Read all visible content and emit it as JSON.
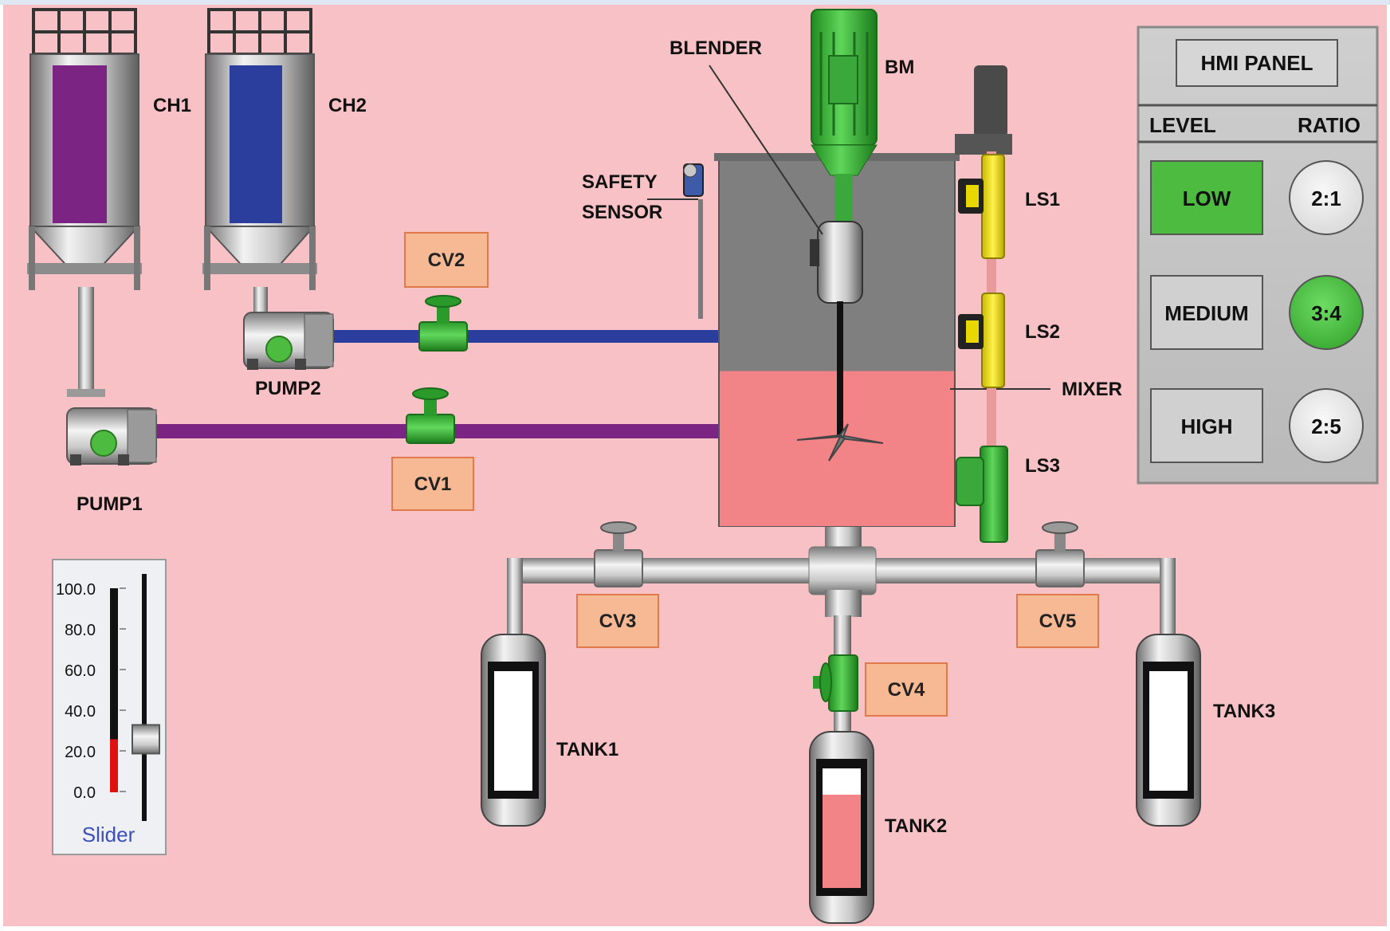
{
  "colors": {
    "background": "#f7c1c5",
    "ch1_fill": "#7b2483",
    "ch2_fill": "#2b3e9e",
    "active_green": "#4cbb3f",
    "cv_box": "#f7b894",
    "mix_liquid": "#f28387",
    "sensor_yellow": "#f2e629",
    "slider_fill": "#e01010"
  },
  "labels": {
    "ch1": "CH1",
    "ch2": "CH2",
    "pump1": "PUMP1",
    "pump2": "PUMP2",
    "cv1": "CV1",
    "cv2": "CV2",
    "cv3": "CV3",
    "cv4": "CV4",
    "cv5": "CV5",
    "blender": "BLENDER",
    "bm": "BM",
    "safety": "SAFETY",
    "sensor": "SENSOR",
    "ls1": "LS1",
    "ls2": "LS2",
    "ls3": "LS3",
    "mixer": "MIXER",
    "tank1": "TANK1",
    "tank2": "TANK2",
    "tank3": "TANK3"
  },
  "hmi_panel": {
    "title": "HMI PANEL",
    "col_level": "LEVEL",
    "col_ratio": "RATIO",
    "levels": [
      {
        "label": "LOW",
        "active": true
      },
      {
        "label": "MEDIUM",
        "active": false
      },
      {
        "label": "HIGH",
        "active": false
      }
    ],
    "ratios": [
      {
        "label": "2:1",
        "active": false
      },
      {
        "label": "3:4",
        "active": true
      },
      {
        "label": "2:5",
        "active": false
      }
    ]
  },
  "slider": {
    "label": "Slider",
    "ticks": [
      "100.0",
      "80.0",
      "60.0",
      "40.0",
      "20.0",
      "0.0"
    ],
    "value": 26,
    "max": 100
  },
  "tank_levels": {
    "ch1": 1.0,
    "ch2": 1.0,
    "mixer": 0.42,
    "tank1": 0.0,
    "tank2": 0.78,
    "tank3": 0.0
  }
}
